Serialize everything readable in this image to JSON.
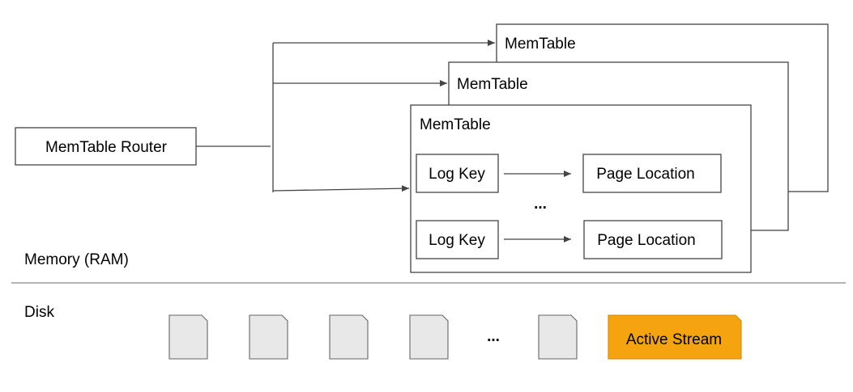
{
  "router": {
    "label": "MemTable Router"
  },
  "memtables": {
    "back_label": "MemTable",
    "middle_label": "MemTable",
    "front_label": "MemTable"
  },
  "entries": [
    {
      "key": "Log Key",
      "value": "Page Location"
    },
    {
      "key": "Log Key",
      "value": "Page Location"
    }
  ],
  "entries_ellipsis": "...",
  "memory_label": "Memory (RAM)",
  "disk": {
    "label": "Disk",
    "ellipsis": "...",
    "active_stream_label": "Active Stream",
    "segment_count_before_ellipsis": 4,
    "segment_count_after_ellipsis": 1
  },
  "colors": {
    "active_stream": "#f5a30f",
    "segment_fill": "#e8e8e8",
    "line": "#444444"
  }
}
